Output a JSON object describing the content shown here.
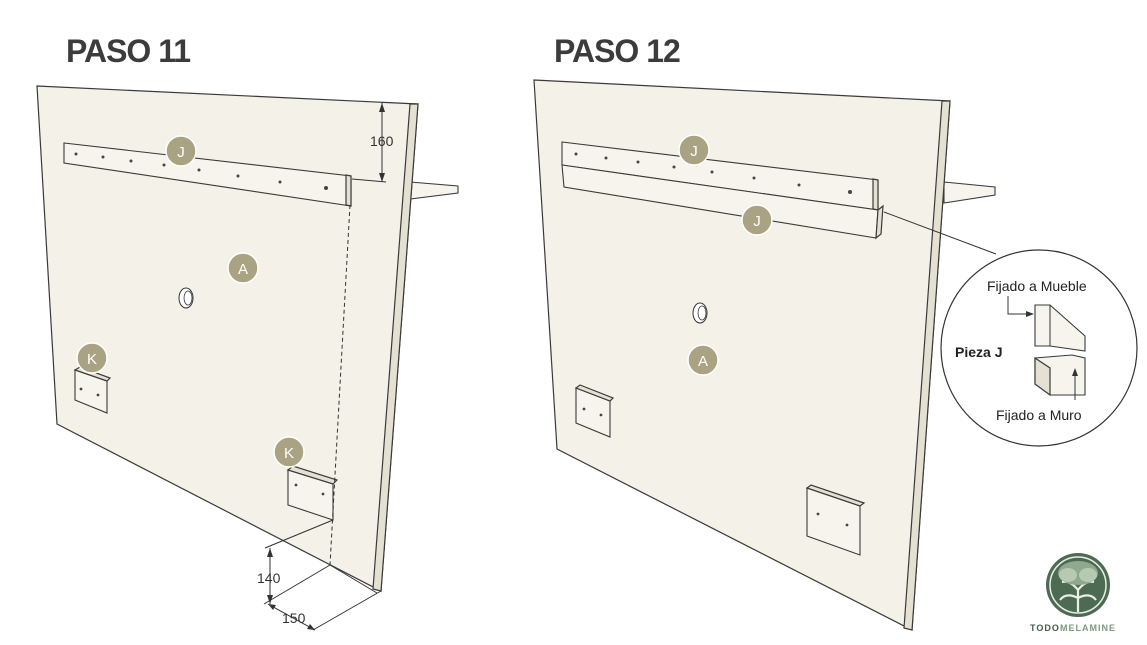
{
  "steps": [
    {
      "title": "PASO 11"
    },
    {
      "title": "PASO 12"
    }
  ],
  "labels": {
    "J": "J",
    "A": "A",
    "K": "K"
  },
  "dimensions": {
    "top": "160",
    "bottom_vertical": "140",
    "bottom_horizontal": "150"
  },
  "callout": {
    "fijado_mueble": "Fijado a Mueble",
    "pieza": "Pieza J",
    "fijado_muro": "Fijado a Muro"
  },
  "brand": {
    "part1": "TODO",
    "part2": "MELAMINE"
  },
  "colors": {
    "badge": "#aaa383",
    "board": "#f3f1e8",
    "logo": "#4d6b52"
  }
}
